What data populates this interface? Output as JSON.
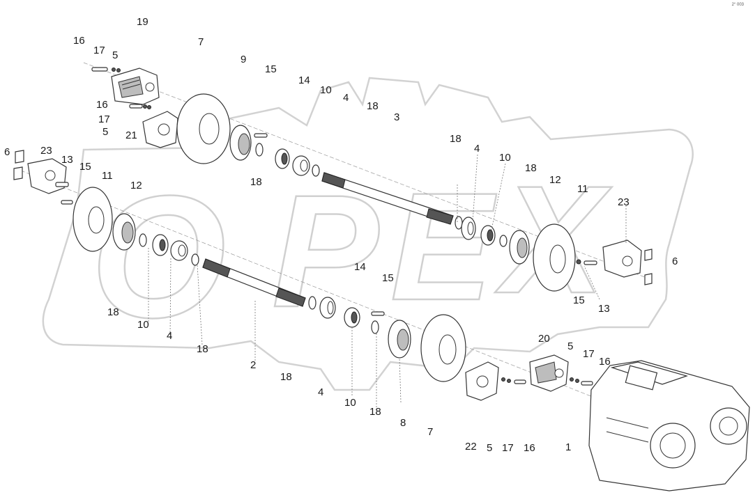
{
  "diagram": {
    "watermark_text": "OPEX",
    "corner_mark": "2° 003",
    "callouts": [
      {
        "id": "c19-top",
        "label": "19"
      },
      {
        "id": "c16-a",
        "label": "16"
      },
      {
        "id": "c17-a",
        "label": "17"
      },
      {
        "id": "c5-a",
        "label": "5"
      },
      {
        "id": "c7-a",
        "label": "7"
      },
      {
        "id": "c9-a",
        "label": "9"
      },
      {
        "id": "c15-a",
        "label": "15"
      },
      {
        "id": "c14-a",
        "label": "14"
      },
      {
        "id": "c10-a",
        "label": "10"
      },
      {
        "id": "c4-a",
        "label": "4"
      },
      {
        "id": "c18-a",
        "label": "18"
      },
      {
        "id": "c3",
        "label": "3"
      },
      {
        "id": "c16-b",
        "label": "16"
      },
      {
        "id": "c17-b",
        "label": "17"
      },
      {
        "id": "c5-b",
        "label": "5"
      },
      {
        "id": "c21",
        "label": "21"
      },
      {
        "id": "c6-a",
        "label": "6"
      },
      {
        "id": "c23-a",
        "label": "23"
      },
      {
        "id": "c13-a",
        "label": "13"
      },
      {
        "id": "c15-b",
        "label": "15"
      },
      {
        "id": "c11-a",
        "label": "11"
      },
      {
        "id": "c12-a",
        "label": "12"
      },
      {
        "id": "c18-b",
        "label": "18"
      },
      {
        "id": "c18-c",
        "label": "18"
      },
      {
        "id": "c4-b",
        "label": "4"
      },
      {
        "id": "c10-b",
        "label": "10"
      },
      {
        "id": "c18-d",
        "label": "18"
      },
      {
        "id": "c12-b",
        "label": "12"
      },
      {
        "id": "c11-b",
        "label": "11"
      },
      {
        "id": "c23-b",
        "label": "23"
      },
      {
        "id": "c6-b",
        "label": "6"
      },
      {
        "id": "c14-b",
        "label": "14"
      },
      {
        "id": "c15-c",
        "label": "15"
      },
      {
        "id": "c15-d",
        "label": "15"
      },
      {
        "id": "c13-b",
        "label": "13"
      },
      {
        "id": "c18-e",
        "label": "18"
      },
      {
        "id": "c10-c",
        "label": "10"
      },
      {
        "id": "c4-c",
        "label": "4"
      },
      {
        "id": "c18-f",
        "label": "18"
      },
      {
        "id": "c2",
        "label": "2"
      },
      {
        "id": "c18-g",
        "label": "18"
      },
      {
        "id": "c4-d",
        "label": "4"
      },
      {
        "id": "c10-d",
        "label": "10"
      },
      {
        "id": "c18-h",
        "label": "18"
      },
      {
        "id": "c8",
        "label": "8"
      },
      {
        "id": "c7-b",
        "label": "7"
      },
      {
        "id": "c20",
        "label": "20"
      },
      {
        "id": "c5-c",
        "label": "5"
      },
      {
        "id": "c17-c",
        "label": "17"
      },
      {
        "id": "c16-c",
        "label": "16"
      },
      {
        "id": "c22",
        "label": "22"
      },
      {
        "id": "c5-d",
        "label": "5"
      },
      {
        "id": "c17-d",
        "label": "17"
      },
      {
        "id": "c16-d",
        "label": "16"
      },
      {
        "id": "c1",
        "label": "1"
      }
    ]
  }
}
